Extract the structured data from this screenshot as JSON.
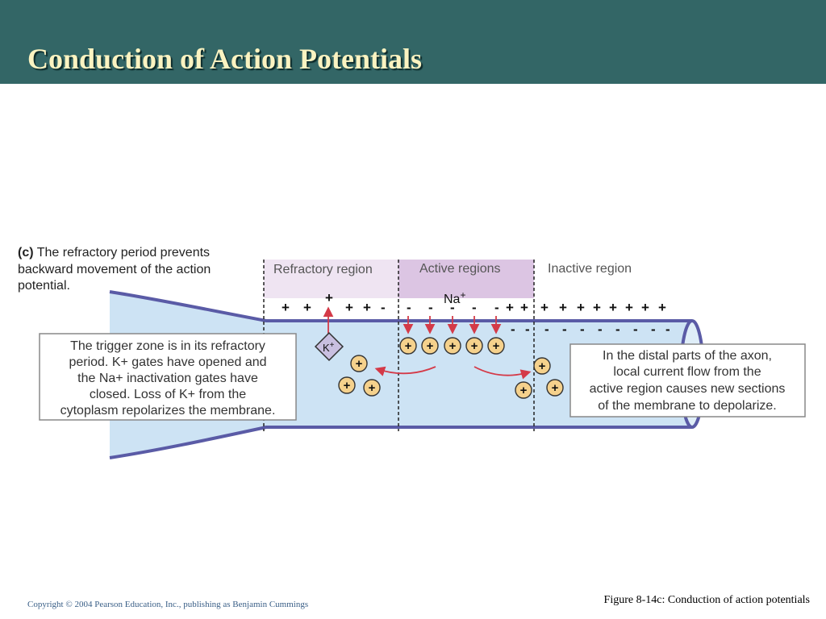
{
  "slide": {
    "title": "Conduction of Action Potentials",
    "copyright": "Copyright © 2004 Pearson Education, Inc., publishing as Benjamin Cummings",
    "figure_caption": "Figure 8-14c: Conduction of action potentials"
  },
  "diagram": {
    "panel_label": "(c)",
    "panel_desc_line1": " The refractory period prevents",
    "panel_desc_line2": "backward movement of the action",
    "panel_desc_line3": "potential.",
    "regions": {
      "refractory": "Refractory region",
      "active": "Active regions",
      "inactive": "Inactive region"
    },
    "ions": {
      "na": "Na",
      "k": "K",
      "plus": "+"
    },
    "left_box": [
      "The trigger zone is in its refractory",
      "period. K+ gates have opened and",
      "the Na+ inactivation gates have",
      "closed. Loss of K+ from the",
      "cytoplasm repolarizes the membrane."
    ],
    "right_box": [
      "In the distal parts of the axon,",
      "local current flow from the",
      "active region causes new sections",
      "of the membrane to depolarize."
    ]
  },
  "colors": {
    "header_bg": "#336666",
    "title_text": "#fbf3c1",
    "axon_fill": "#cde3f4",
    "membrane": "#5a5ba6",
    "refractory_bg": "#efe4f2",
    "active_bg": "#dcc5e3",
    "ion_fill": "#f5d18c",
    "arrow": "#d43a48"
  }
}
